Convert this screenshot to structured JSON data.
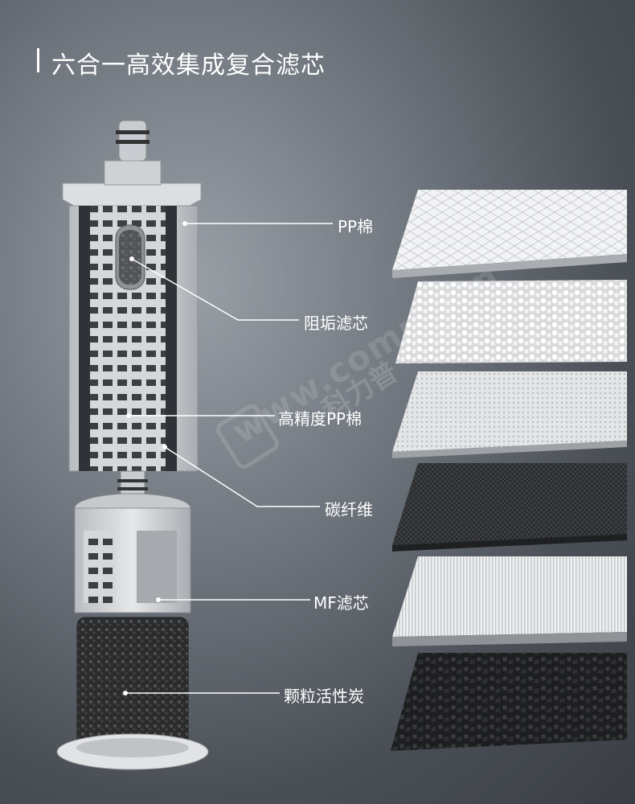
{
  "title": "六合一高效集成复合滤芯",
  "layers": [
    {
      "label": "PP棉"
    },
    {
      "label": "阻垢滤芯"
    },
    {
      "label": "高精度PP棉"
    },
    {
      "label": "碳纤维"
    },
    {
      "label": "MF滤芯"
    },
    {
      "label": "颗粒活性炭"
    }
  ],
  "watermark": {
    "text": "www.compu.cn",
    "cn": "科力普"
  },
  "colors": {
    "background": "#5a5f66",
    "text": "#ffffff",
    "line": "#ffffff"
  }
}
